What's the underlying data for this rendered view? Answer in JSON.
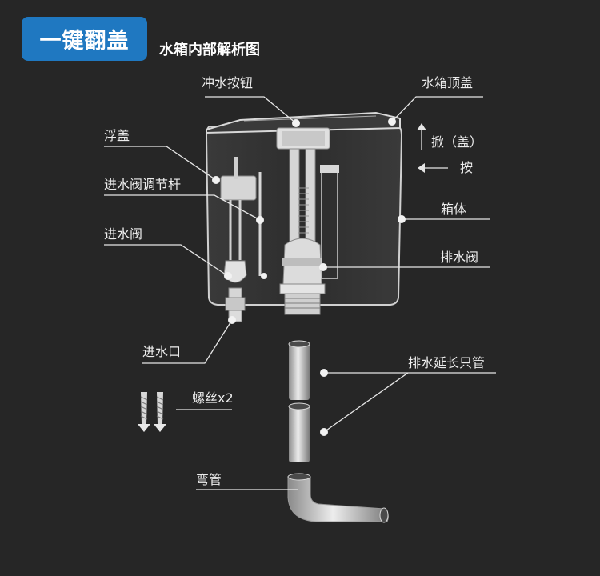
{
  "badge": "一键翻盖",
  "subtitle": "水箱内部解析图",
  "labels": {
    "flush_button": "冲水按钮",
    "tank_lid": "水箱顶盖",
    "float_cap": "浮盖",
    "lift": "掀（盖）",
    "press": "按",
    "inlet_adjust_rod": "进水阀调节杆",
    "tank_body": "箱体",
    "inlet_valve": "进水阀",
    "drain_valve": "排水阀",
    "inlet_port": "进水口",
    "drain_extension": "排水延长只管",
    "screw": "螺丝x2",
    "elbow": "弯管"
  },
  "colors": {
    "background": "#262626",
    "badge": "#1f78c1",
    "line": "#e6e6e6",
    "part": "#d9d9d9"
  }
}
